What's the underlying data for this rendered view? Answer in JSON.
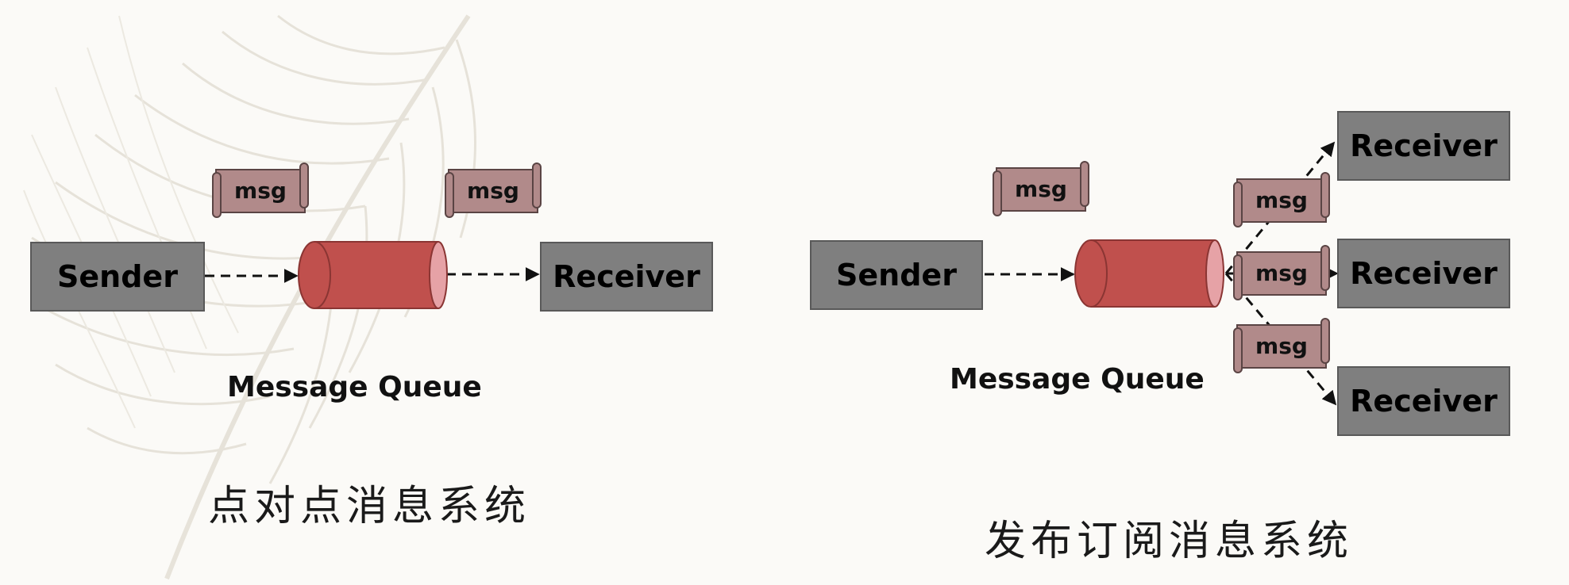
{
  "point_to_point": {
    "sender_label": "Sender",
    "receiver_label": "Receiver",
    "queue_label": "Message Queue",
    "msg_labels": [
      "msg",
      "msg"
    ],
    "caption": "点对点消息系统"
  },
  "publish_subscribe": {
    "sender_label": "Sender",
    "receiver_labels": [
      "Receiver",
      "Receiver",
      "Receiver"
    ],
    "queue_label": "Message Queue",
    "msg_labels": [
      "msg",
      "msg",
      "msg",
      "msg"
    ],
    "caption": "发布订阅消息系统"
  },
  "colors": {
    "box_fill": "#7f7f7f",
    "queue_fill": "#c0504d",
    "queue_cap": "#e6a2a6",
    "msg_fill": "#b18a8a"
  }
}
